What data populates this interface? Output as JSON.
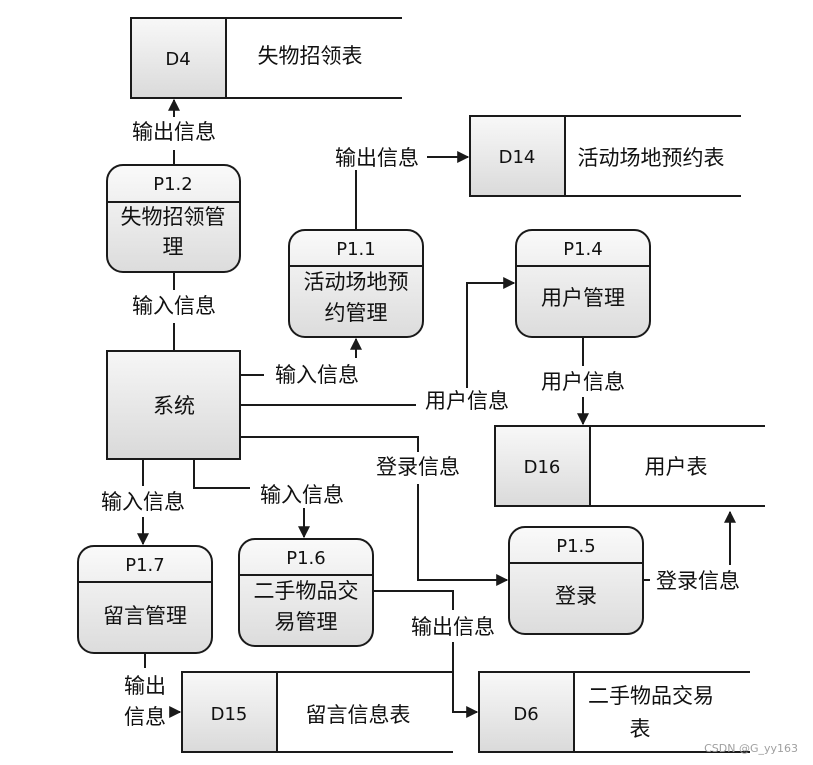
{
  "system": {
    "label": "系统"
  },
  "processes": {
    "p1_2": {
      "id": "P1.2",
      "name_lines": [
        "失物招领管",
        "理"
      ]
    },
    "p1_1": {
      "id": "P1.1",
      "name_lines": [
        "活动场地预",
        "约管理"
      ]
    },
    "p1_4": {
      "id": "P1.4",
      "name_lines": [
        "用户管理"
      ]
    },
    "p1_7": {
      "id": "P1.7",
      "name_lines": [
        "留言管理"
      ]
    },
    "p1_6": {
      "id": "P1.6",
      "name_lines": [
        "二手物品交",
        "易管理"
      ]
    },
    "p1_5": {
      "id": "P1.5",
      "name_lines": [
        "登录"
      ]
    }
  },
  "stores": {
    "d4": {
      "id": "D4",
      "name_lines": [
        "失物招领表"
      ]
    },
    "d14": {
      "id": "D14",
      "name_lines": [
        "活动场地预约表"
      ]
    },
    "d16": {
      "id": "D16",
      "name_lines": [
        "用户表"
      ]
    },
    "d15": {
      "id": "D15",
      "name_lines": [
        "留言信息表"
      ]
    },
    "d6": {
      "id": "D6",
      "name_lines": [
        "二手物品交易",
        "表"
      ]
    }
  },
  "flows": {
    "p12_to_d4": "输出信息",
    "sys_to_p12": "输入信息",
    "p11_to_d14": "输出信息",
    "sys_to_p11": "输入信息",
    "sys_to_p14": "用户信息",
    "p14_to_d16": "用户信息",
    "sys_to_p15": "登录信息",
    "p15_to_d16": "登录信息",
    "sys_to_p17": "输入信息",
    "sys_to_p16": "输入信息",
    "p16_to_d6": "输出信息",
    "p17_to_d15_lines": [
      "输出",
      "信息"
    ]
  },
  "watermark": "CSDN @G_yy163"
}
